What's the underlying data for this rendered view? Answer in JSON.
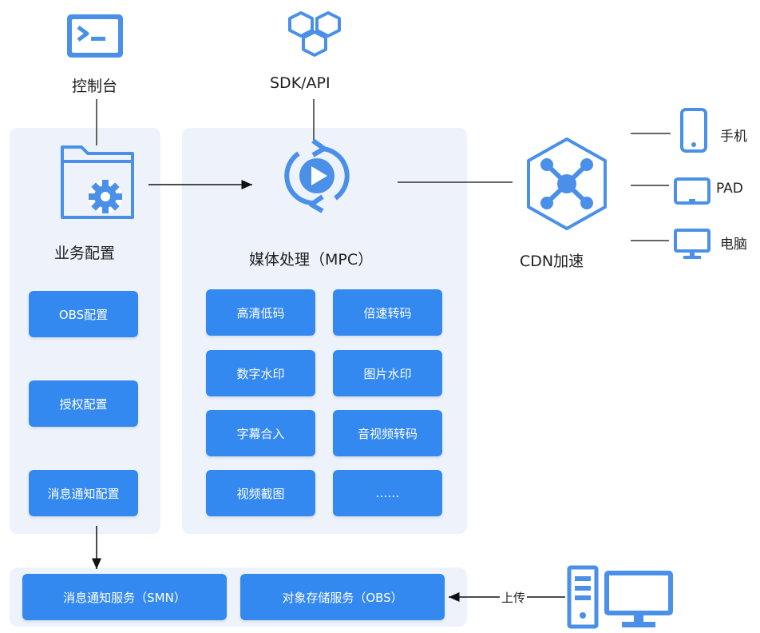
{
  "top": {
    "console_label": "控制台",
    "sdk_label": "SDK/API"
  },
  "business": {
    "title": "业务配置",
    "items": [
      "OBS配置",
      "授权配置",
      "消息通知配置"
    ]
  },
  "mpc": {
    "title": "媒体处理（MPC）",
    "items": [
      "高清低码",
      "倍速转码",
      "数字水印",
      "图片水印",
      "字幕合入",
      "音视频转码",
      "视频截图",
      "……"
    ]
  },
  "cdn": {
    "label": "CDN加速",
    "devices": [
      "手机",
      "PAD",
      "电脑"
    ]
  },
  "bottom": {
    "smn": "消息通知服务（SMN）",
    "obs": "对象存储服务（OBS）",
    "upload_label": "上传"
  },
  "colors": {
    "accent": "#3489f0",
    "panel": "#eef3fb",
    "icon_blue": "#4a90e8"
  }
}
